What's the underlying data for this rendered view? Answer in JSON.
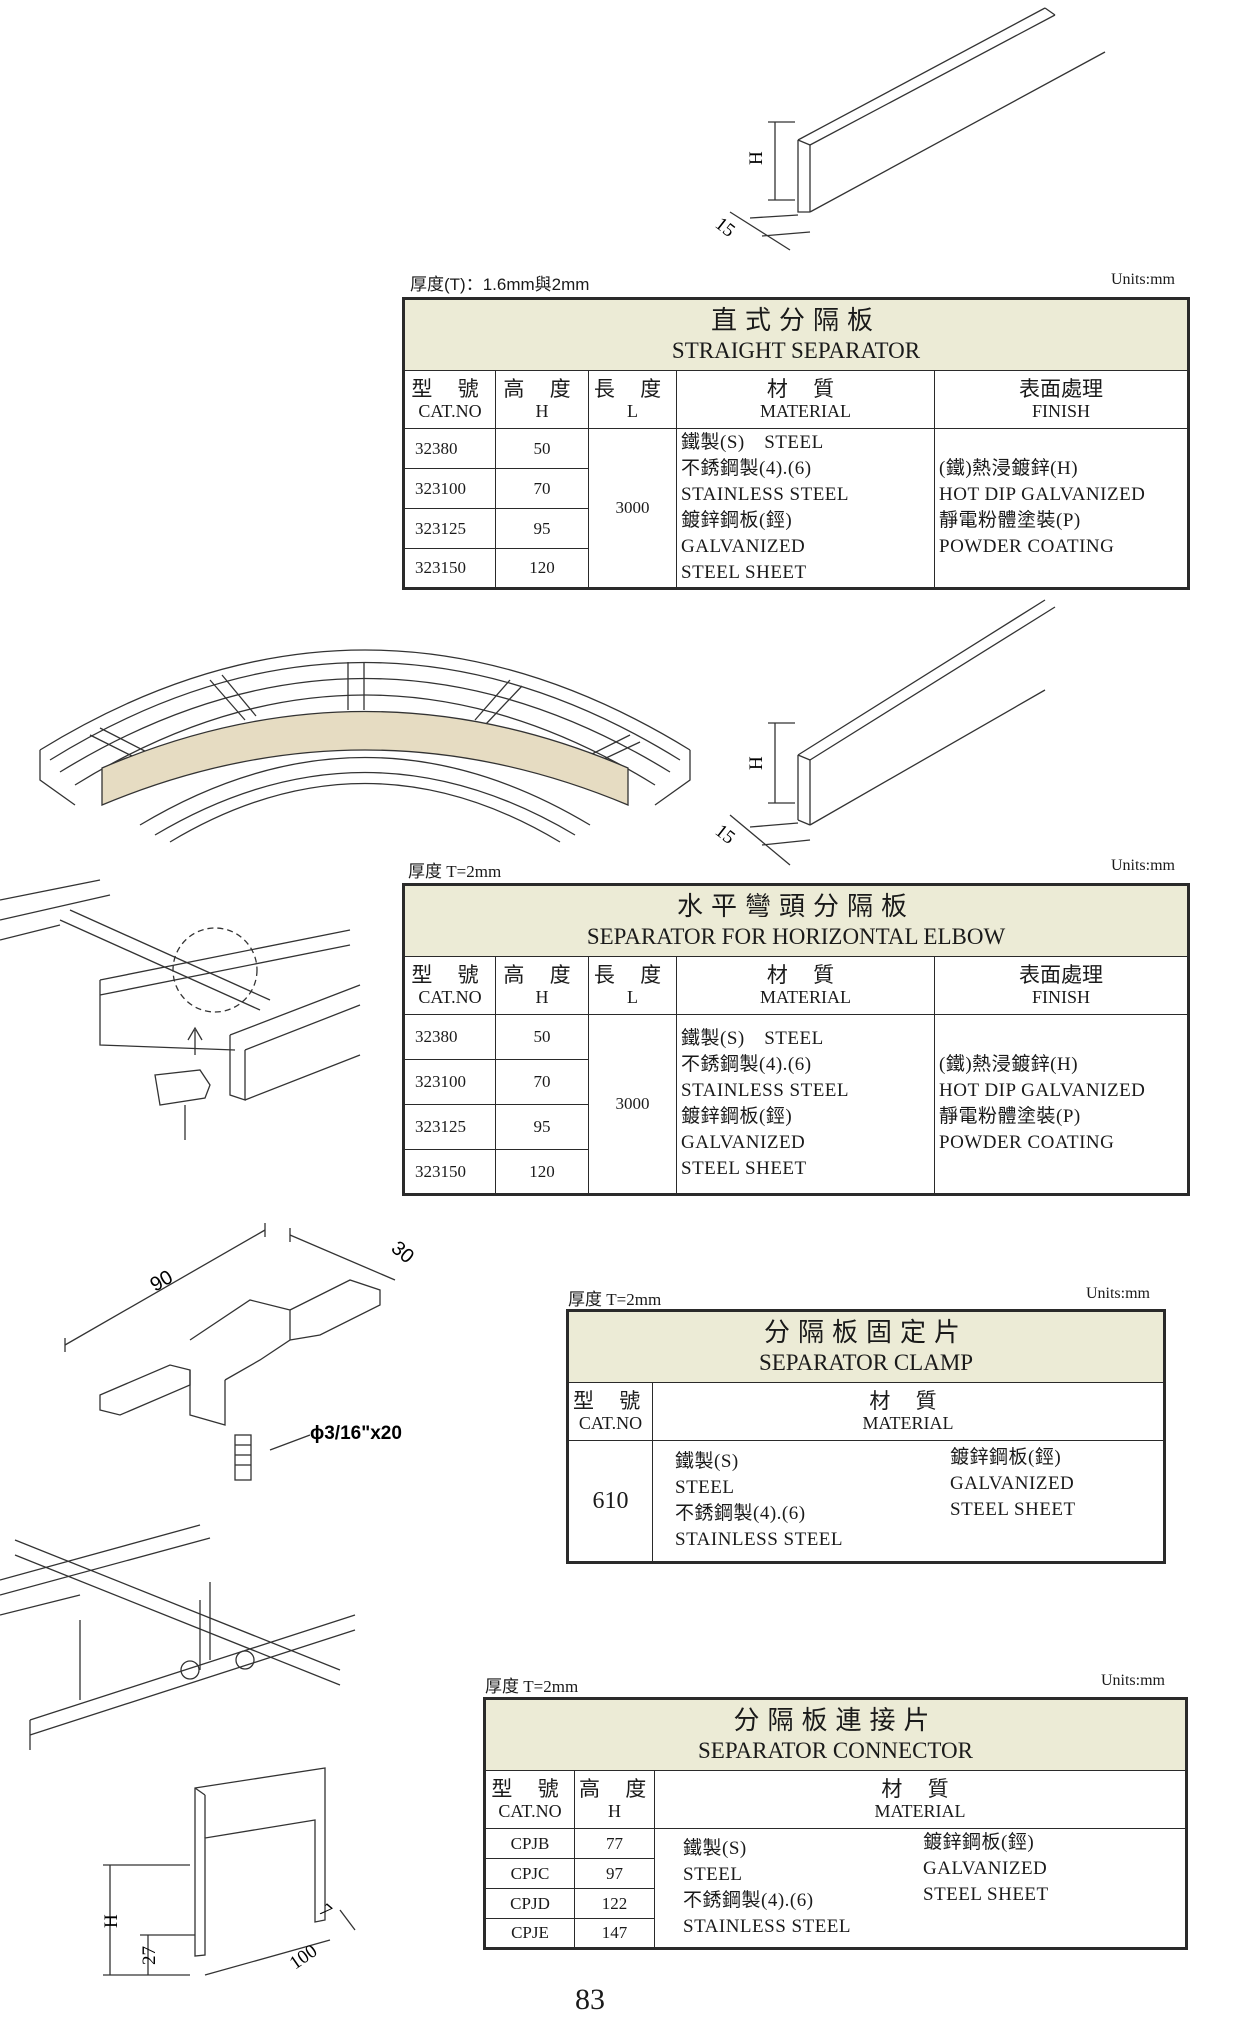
{
  "straight": {
    "dims": {
      "h": "H",
      "w": "15"
    },
    "thickness": "厚度(T)：1.6mm與2mm",
    "units": "Units:mm",
    "title_zh": "直式分隔板",
    "title_en": "STRAIGHT SEPARATOR",
    "headers": {
      "cat_zh": "型 號",
      "cat_en": "CAT.NO",
      "h_zh": "高 度",
      "h_en": "H",
      "l_zh": "長 度",
      "l_en": "L",
      "mat_zh": "材 質",
      "mat_en": "MATERIAL",
      "fin_zh": "表面處理",
      "fin_en": "FINISH"
    },
    "rows": [
      {
        "cat": "32380",
        "h": "50"
      },
      {
        "cat": "323100",
        "h": "70"
      },
      {
        "cat": "323125",
        "h": "95"
      },
      {
        "cat": "323150",
        "h": "120"
      }
    ],
    "length": "3000",
    "material": [
      "鐵製(S)　STEEL",
      "不銹鋼製(4).(6)",
      "STAINLESS STEEL",
      "鍍鋅鋼板(鋞)",
      "GALVANIZED",
      "STEEL SHEET"
    ],
    "finish": [
      "(鐵)熱浸鍍鋅(H)",
      "HOT DIP GALVANIZED",
      "靜電粉體塗裝(P)",
      "POWDER COATING"
    ]
  },
  "horizontal": {
    "dims": {
      "h": "H",
      "w": "15"
    },
    "thickness": "厚度 T=2mm",
    "units": "Units:mm",
    "title_zh": "水平彎頭分隔板",
    "title_en": "SEPARATOR FOR HORIZONTAL ELBOW",
    "headers": {
      "cat_zh": "型 號",
      "cat_en": "CAT.NO",
      "h_zh": "高 度",
      "h_en": "H",
      "l_zh": "長 度",
      "l_en": "L",
      "mat_zh": "材 質",
      "mat_en": "MATERIAL",
      "fin_zh": "表面處理",
      "fin_en": "FINISH"
    },
    "rows": [
      {
        "cat": "32380",
        "h": "50"
      },
      {
        "cat": "323100",
        "h": "70"
      },
      {
        "cat": "323125",
        "h": "95"
      },
      {
        "cat": "323150",
        "h": "120"
      }
    ],
    "length": "3000",
    "material": [
      "鐵製(S)　STEEL",
      "不銹鋼製(4).(6)",
      "STAINLESS STEEL",
      "鍍鋅鋼板(鋞)",
      "GALVANIZED",
      "STEEL SHEET"
    ],
    "finish": [
      "(鐵)熱浸鍍鋅(H)",
      "HOT DIP GALVANIZED",
      "靜電粉體塗裝(P)",
      "POWDER COATING"
    ]
  },
  "clamp": {
    "dims": {
      "len": "90",
      "wid": "30",
      "bolt": "ϕ3/16\"x20"
    },
    "thickness": "厚度 T=2mm",
    "units": "Units:mm",
    "title_zh": "分隔板固定片",
    "title_en": "SEPARATOR CLAMP",
    "headers": {
      "cat_zh": "型 號",
      "cat_en": "CAT.NO",
      "mat_zh": "材 質",
      "mat_en": "MATERIAL"
    },
    "cat": "610",
    "material_left": [
      "鐵製(S)",
      "STEEL",
      "不銹鋼製(4).(6)",
      "STAINLESS STEEL"
    ],
    "material_right": [
      "鍍鋅鋼板(鋞)",
      "GALVANIZED",
      "STEEL SHEET"
    ]
  },
  "connector": {
    "dims": {
      "h": "H",
      "a": "27",
      "b": "7",
      "c": "100"
    },
    "thickness": "厚度 T=2mm",
    "units": "Units:mm",
    "title_zh": "分隔板連接片",
    "title_en": "SEPARATOR CONNECTOR",
    "headers": {
      "cat_zh": "型 號",
      "cat_en": "CAT.NO",
      "h_zh": "高 度",
      "h_en": "H",
      "mat_zh": "材 質",
      "mat_en": "MATERIAL"
    },
    "rows": [
      {
        "cat": "CPJB",
        "h": "77"
      },
      {
        "cat": "CPJC",
        "h": "97"
      },
      {
        "cat": "CPJD",
        "h": "122"
      },
      {
        "cat": "CPJE",
        "h": "147"
      }
    ],
    "material_left": [
      "鐵製(S)",
      "STEEL",
      "不銹鋼製(4).(6)",
      "STAINLESS STEEL"
    ],
    "material_right": [
      "鍍鋅鋼板(鋞)",
      "GALVANIZED",
      "STEEL SHEET"
    ]
  },
  "page_number": "83",
  "colors": {
    "header_fill": "#ecebd6",
    "separator_fill": "#e6dcc2",
    "line": "#2a2a2a"
  }
}
